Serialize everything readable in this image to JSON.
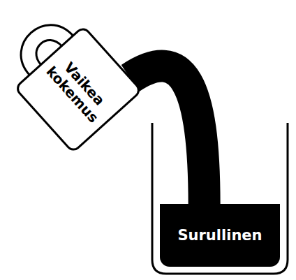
{
  "diagram": {
    "nodes": [
      {
        "text": [
          "Vaikea kokemus"
        ]
      },
      {
        "text": [
          "Surullinen"
        ]
      }
    ],
    "edges": [
      {
        "from": 0,
        "to": 1,
        "arrow": "none"
      }
    ]
  }
}
